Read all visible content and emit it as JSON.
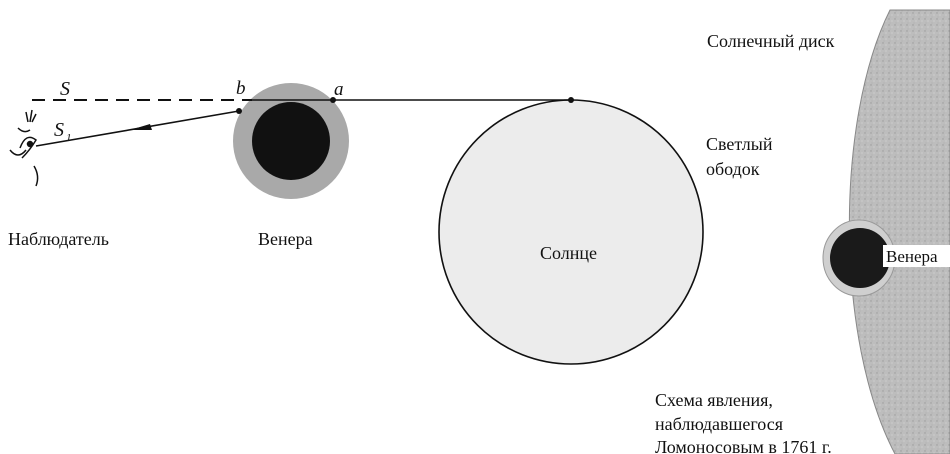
{
  "left_diagram": {
    "observer_label": "Наблюдатель",
    "venus_label": "Венера",
    "sun_label": "Солнце",
    "ray_label_s": "S",
    "ray_label_s1": "S",
    "ray_label_s1_subscript": "1",
    "point_a": "a",
    "point_b": "b"
  },
  "right_diagram": {
    "solar_disk_label": "Солнечный диск",
    "bright_rim_label_line1": "Светлый",
    "bright_rim_label_line2": "ободок",
    "venus_label": "Венера",
    "caption_line1": "Схема явления,",
    "caption_line2": "наблюдавшегося",
    "caption_line3": "Ломоносовым в 1761 г."
  },
  "colors": {
    "venus_body": "#111111",
    "venus_atmosphere": "#a9a9a9",
    "sun_fill": "#ececec",
    "solar_disk_fill": "#bdbdbd",
    "rim_glow": "#cfcfcf",
    "line": "#111111"
  }
}
